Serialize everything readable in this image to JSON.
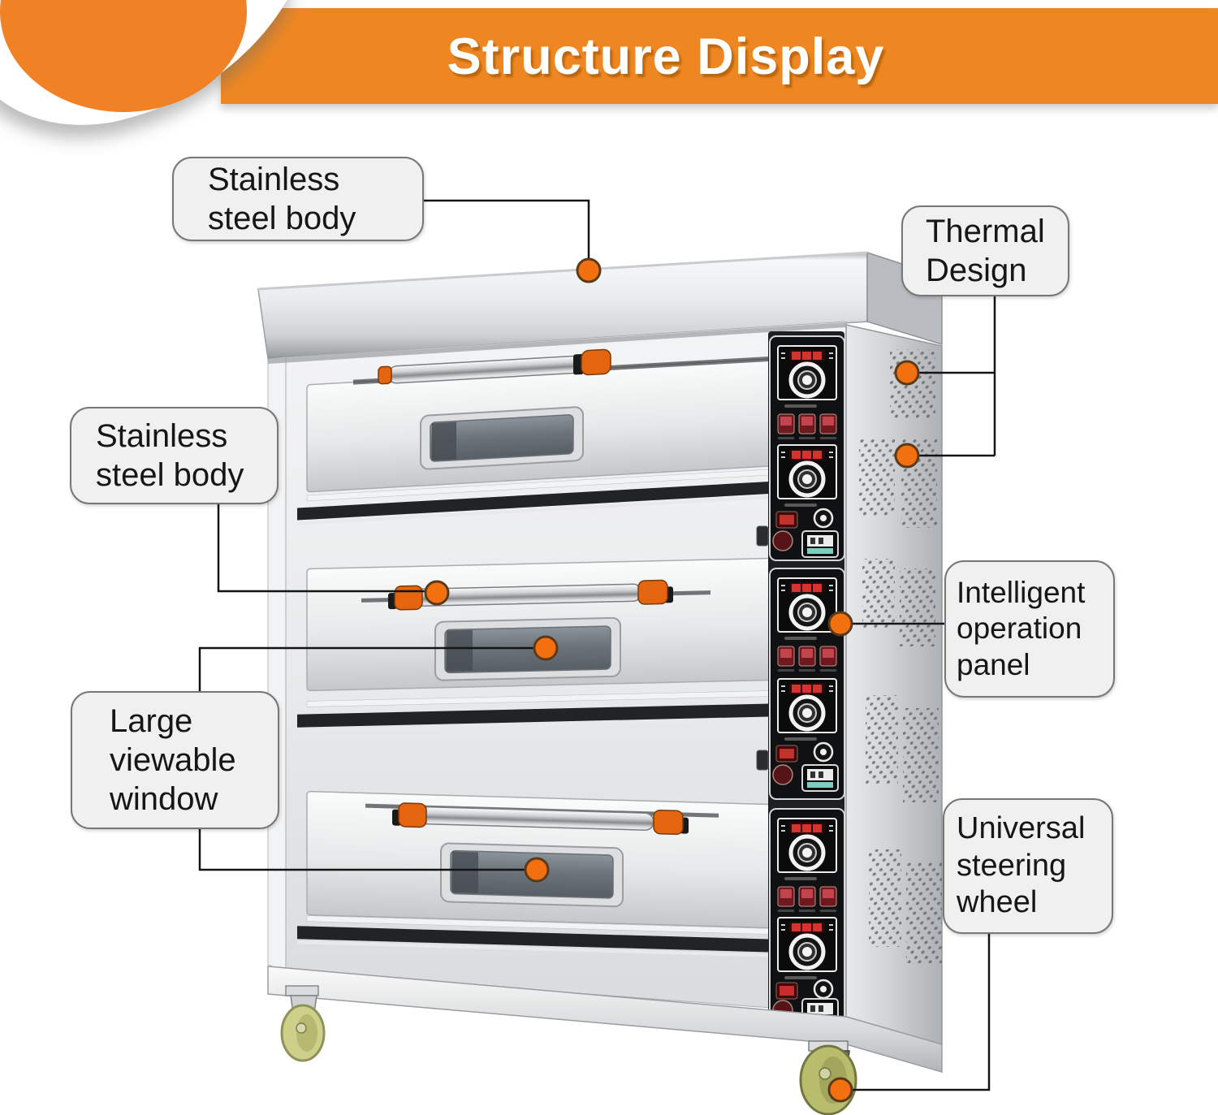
{
  "header": {
    "title": "Structure Display",
    "banner_color": "#EE8721",
    "swoosh_color": "#F08124",
    "title_color": "#FFFFFF"
  },
  "callouts": {
    "stainless_steel_body_top": "Stainless\nsteel body",
    "thermal_design": "Thermal\nDesign",
    "stainless_steel_body_mid": "Stainless\nsteel body",
    "intelligent_operation_panel": "Intelligent\noperation\npanel",
    "large_viewable_window": "Large\nviewable\nwindow",
    "universal_steering_wheel": "Universal\nsteering\nwheel"
  },
  "annotation_style": {
    "dot_color": "#F2700F",
    "dot_outline": "#5A3A1A",
    "line_color": "#141414",
    "box_fill": "#F0F0F0",
    "box_border": "#777777"
  },
  "illustration": {
    "subject": "Three-deck stainless steel commercial baking oven",
    "decks": 3,
    "control_panels": 3,
    "caster_wheels": 2
  }
}
